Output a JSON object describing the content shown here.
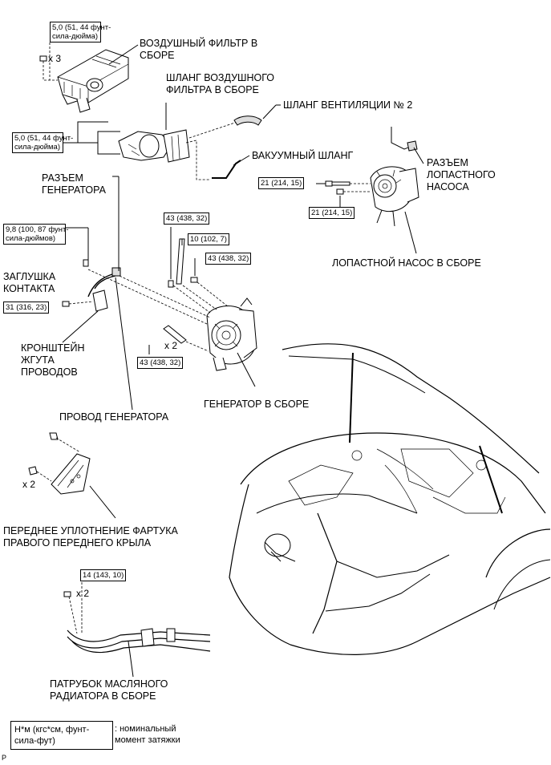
{
  "labels": {
    "air_filter": [
      "ВОЗДУШНЫЙ ФИЛЬТР В",
      "СБОРЕ"
    ],
    "air_hose": [
      "ШЛАНГ ВОЗДУШНОГО",
      "ФИЛЬТРА В СБОРЕ"
    ],
    "vent_hose": "ШЛАНГ ВЕНТИЛЯЦИИ № 2",
    "vacuum_hose": "ВАКУУМНЫЙ ШЛАНГ",
    "vane_connector": [
      "РАЗЪЕМ",
      "ЛОПАСТНОГО",
      "НАСОСА"
    ],
    "vane_pump": "ЛОПАСТНОЙ НАСОС В СБОРЕ",
    "gen_connector": [
      "РАЗЪЕМ",
      "ГЕНЕРАТОРА"
    ],
    "terminal_cap": [
      "ЗАГЛУШКА",
      "КОНТАКТА"
    ],
    "harness_bracket": [
      "КРОНШТЕЙН",
      "ЖГУТА",
      "ПРОВОДОВ"
    ],
    "generator": "ГЕНЕРАТОР В СБОРЕ",
    "gen_wire": "ПРОВОД ГЕНЕРАТОРА",
    "fender_seal": [
      "ПЕРЕДНЕЕ УПЛОТНЕНИЕ ФАРТУКА",
      "ПРАВОГО ПЕРЕДНЕГО КРЫЛА"
    ],
    "oil_cooler": [
      "ПАТРУБОК МАСЛЯНОГО",
      "РАДИАТОРА В СБОРЕ"
    ]
  },
  "torques": {
    "air_filter_top": [
      "5,0 (51, 44 фунт-",
      "сила-дюйма)"
    ],
    "air_filter_left": [
      "5,0 (51, 44 фунт-",
      "сила-дюйма)"
    ],
    "pump_bolt_1": "21 (214, 15)",
    "pump_bolt_2": "21 (214, 15)",
    "terminal_nut": [
      "9,8 (100, 87 фунт-",
      "сила-дюймов)"
    ],
    "bracket_bolt": "31 (316, 23)",
    "gen_a": "43 (438, 32)",
    "gen_b": "10 (102, 7)",
    "gen_c": "43 (438, 32)",
    "gen_d": "43 (438, 32)",
    "oil_cooler_bolt": "14 (143, 10)"
  },
  "counts": {
    "air_filter": "x 3",
    "generator": "x 2",
    "fender": "x 2",
    "oil_cooler": "x 2"
  },
  "legend": {
    "unit": [
      "Н*м (кгс*см, фунт-",
      "сила-фут)"
    ],
    "meaning": [
      ": номинальный",
      "момент затяжки"
    ]
  },
  "footer_code": "P"
}
